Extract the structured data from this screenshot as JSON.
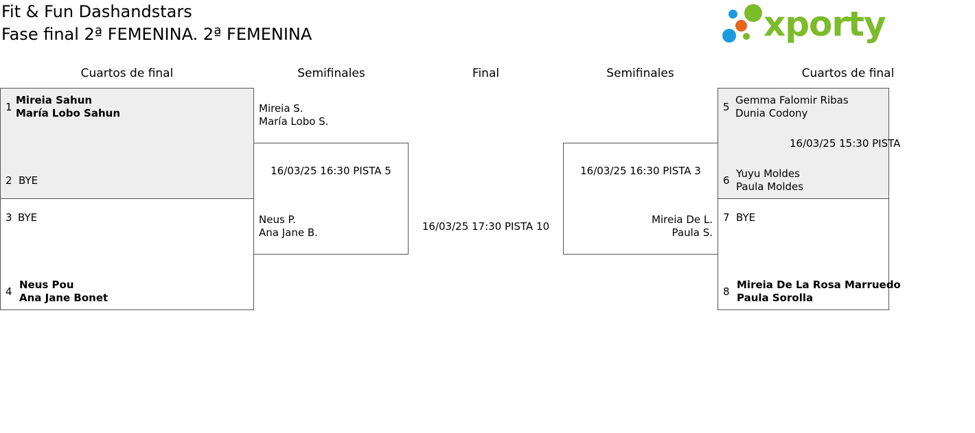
{
  "header": {
    "title": "Fit & Fun Dashandstars",
    "subtitle": "Fase final 2ª FEMENINA. 2ª FEMENINA",
    "logo_text": "xporty",
    "colors": {
      "logo_green": "#7cbb2a",
      "logo_blue": "#1a9be0",
      "logo_orange": "#e8641a",
      "box_shade": "#eeeeee"
    }
  },
  "rounds": {
    "left_quarters": "Cuartos de final",
    "left_semis": "Semifinales",
    "final": "Final",
    "right_semis": "Semifinales",
    "right_quarters": "Cuartos de final"
  },
  "left_quarters": [
    {
      "top": {
        "seed": "1",
        "p1": "Mireia Sahun",
        "p2": "María Lobo Sahun"
      },
      "bottom": {
        "seed": "2",
        "p1": "BYE",
        "p2": ""
      }
    },
    {
      "top": {
        "seed": "3",
        "p1": "BYE",
        "p2": ""
      },
      "bottom": {
        "seed": "4",
        "p1": "Neus Pou",
        "p2": "Ana Jane Bonet"
      }
    }
  ],
  "left_semi": {
    "top": {
      "p1": "Mireia S.",
      "p2": "María Lobo S."
    },
    "info": "16/03/25 16:30 PISTA 5",
    "bottom": {
      "p1": "Neus P.",
      "p2": "Ana Jane B."
    }
  },
  "final": {
    "info": "16/03/25 17:30 PISTA 10"
  },
  "right_semi": {
    "info": "16/03/25 16:30 PISTA 3",
    "bottom": {
      "p1": "Mireia De L.",
      "p2": "Paula S."
    }
  },
  "right_quarters": [
    {
      "top": {
        "seed": "5",
        "p1": "Gemma Falomir Ribas",
        "p2": "Dunia Codony"
      },
      "info": "16/03/25 15:30 PISTA",
      "bottom": {
        "seed": "6",
        "p1": "Yuyu Moldes",
        "p2": "Paula Moldes"
      }
    },
    {
      "top": {
        "seed": "7",
        "p1": "BYE",
        "p2": ""
      },
      "bottom": {
        "seed": "8",
        "p1": "Mireia De La Rosa Marruedo",
        "p2": "Paula Sorolla"
      }
    }
  ]
}
